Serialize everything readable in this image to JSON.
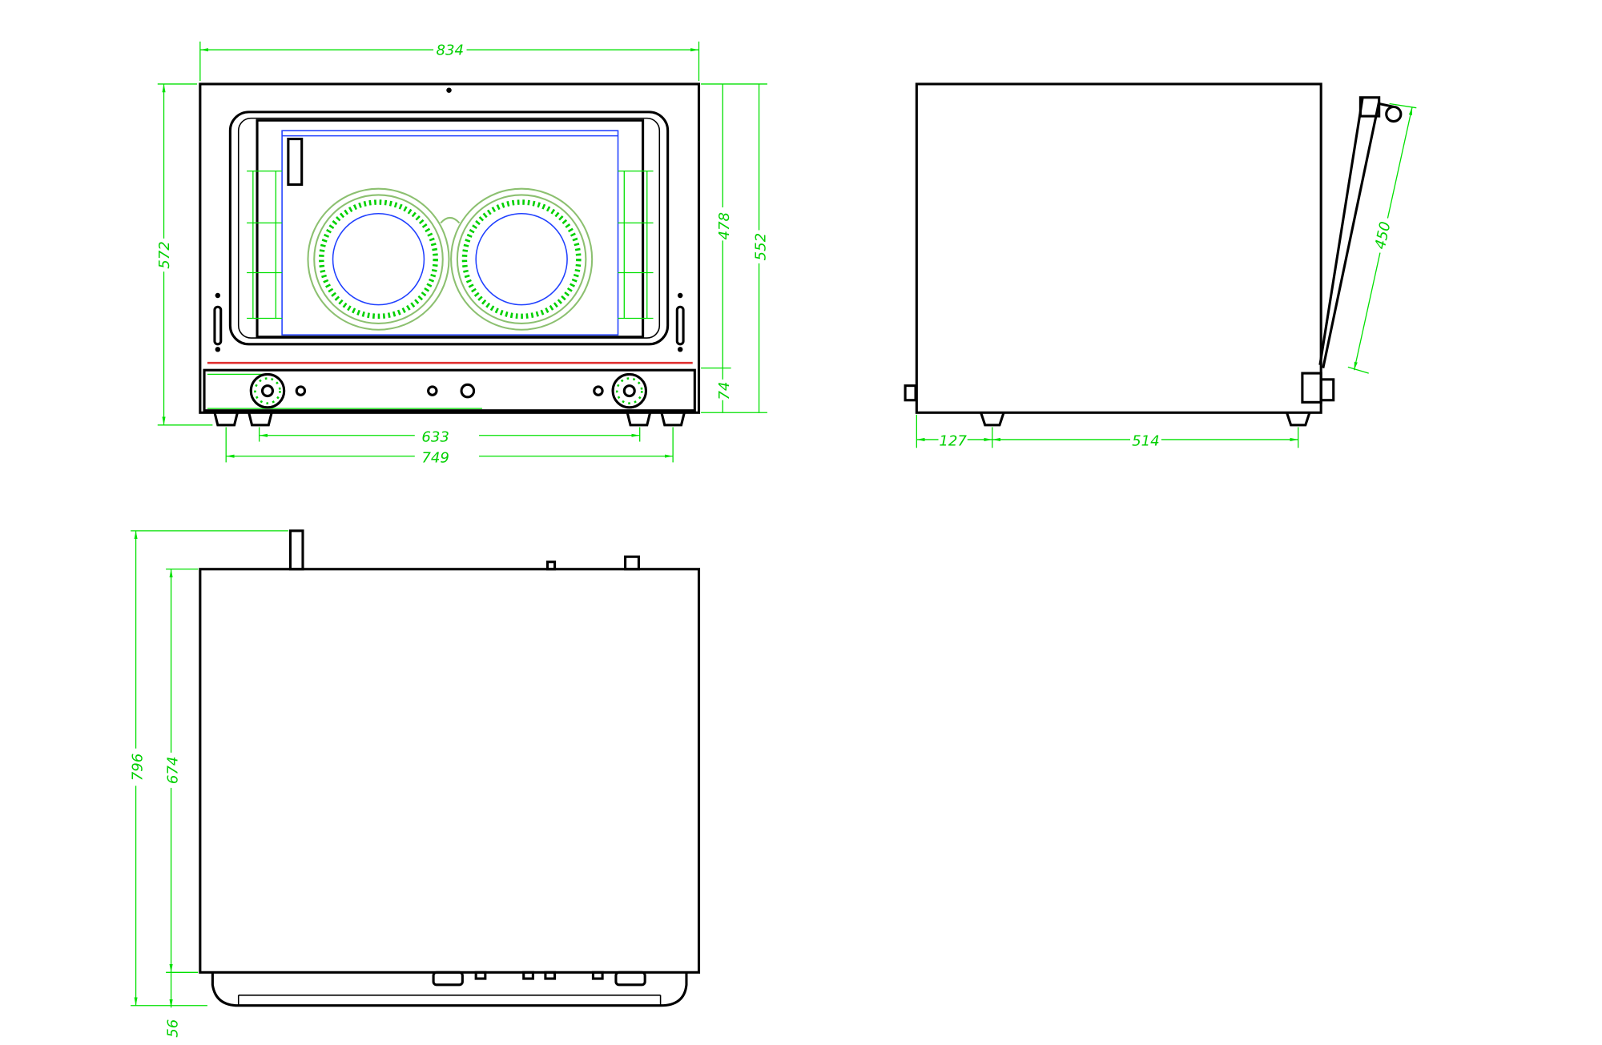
{
  "dimensions": {
    "front": {
      "width_top": "834",
      "height_left": "572",
      "height_door": "478",
      "height_panel": "74",
      "height_right": "552",
      "feet_inner": "633",
      "feet_outer": "749"
    },
    "side": {
      "door_length": "450",
      "front_offset": "127",
      "feet_spacing": "514"
    },
    "top": {
      "depth_total": "796",
      "depth_body": "674",
      "depth_bracket": "56"
    }
  },
  "colors": {
    "outline": "#000000",
    "dimension": "#00e000",
    "cavity": "#2040ff",
    "fan": "#8cc070",
    "panel_line": "#e03030"
  }
}
